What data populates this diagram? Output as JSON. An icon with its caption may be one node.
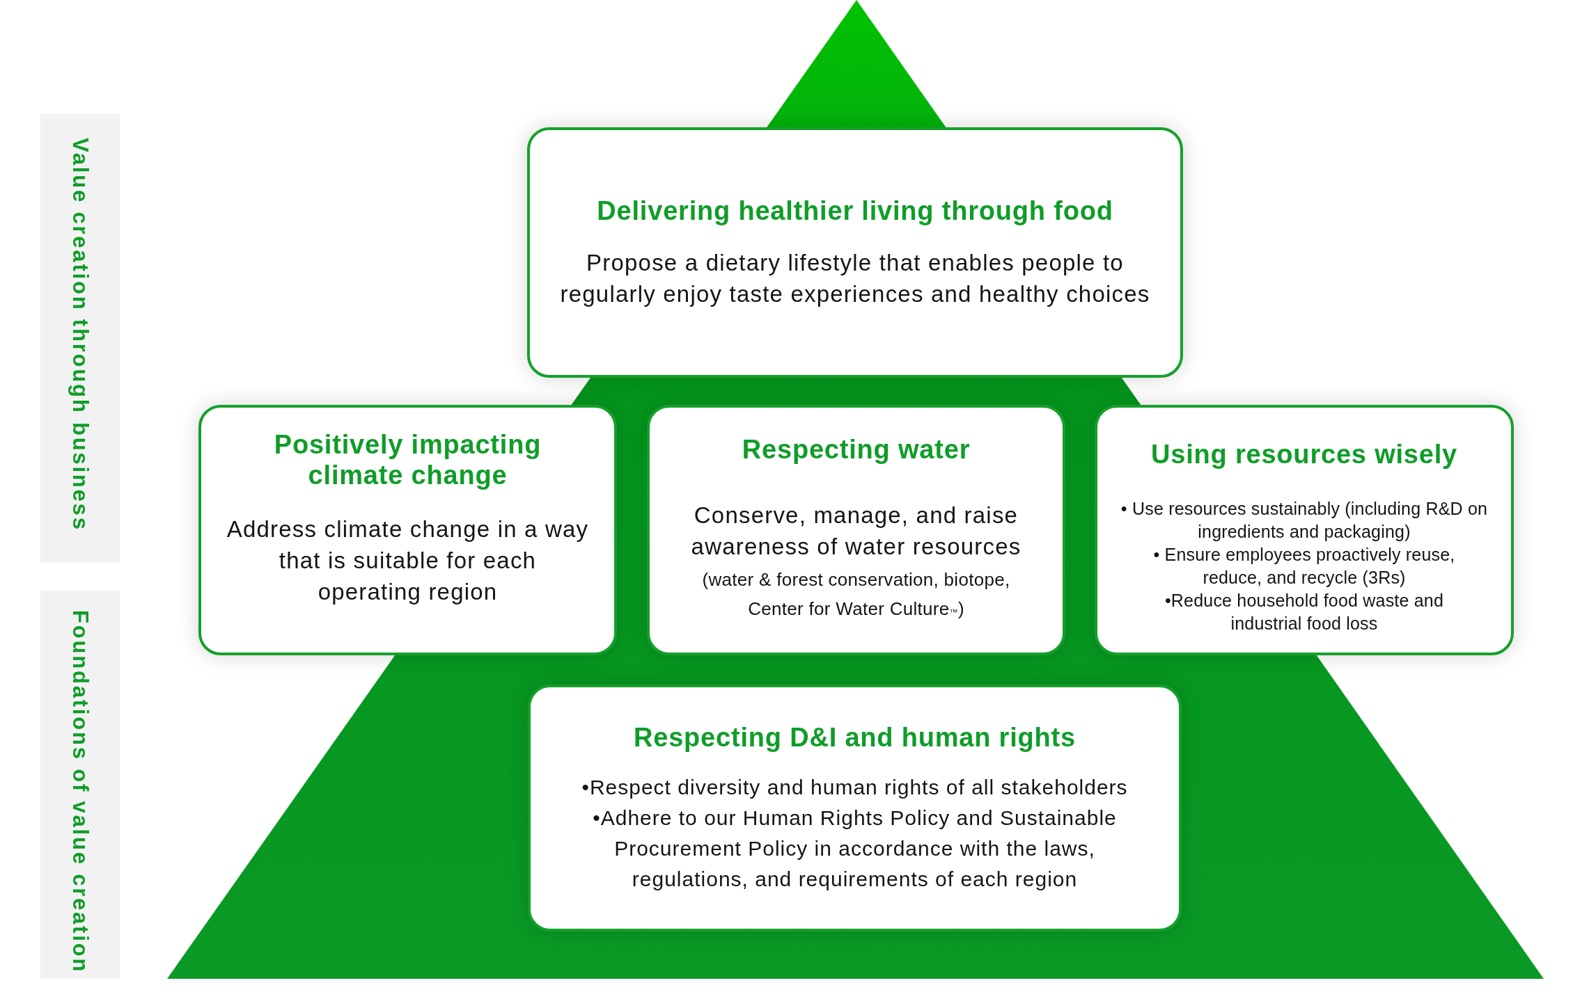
{
  "diagram": {
    "nodes": [
      {
        "text": [
          "Value creation through business"
        ]
      },
      {
        "text": [
          "Foundations of value creation"
        ]
      },
      {
        "text": [
          "Delivering healthier living through food",
          "Propose a dietary lifestyle that enables people to regularly enjoy taste experiences and healthy choices"
        ]
      },
      {
        "text": [
          "Positively impacting climate change",
          "Address climate change in a way that is suitable for each operating region"
        ]
      },
      {
        "text": [
          "Respecting water",
          "Conserve, manage, and raise awareness of water resources",
          "(water & forest conservation, biotope, Center for Water Culture$_{™}$)"
        ]
      },
      {
        "text": [
          "Using resources wisely",
          "• Use resources sustainably (including R&D on ingredients and packaging)",
          "• Ensure employees proactively reuse, reduce, and recycle (3Rs)",
          "•Reduce household food waste and industrial food loss"
        ]
      },
      {
        "text": [
          "Respecting D&I and human rights",
          "•Respect diversity and human rights of all stakeholders",
          "•Adhere to our Human Rights Policy and Sustainable Procurement Policy in accordance with the laws, regulations, and requirements of each region"
        ]
      }
    ]
  }
}
